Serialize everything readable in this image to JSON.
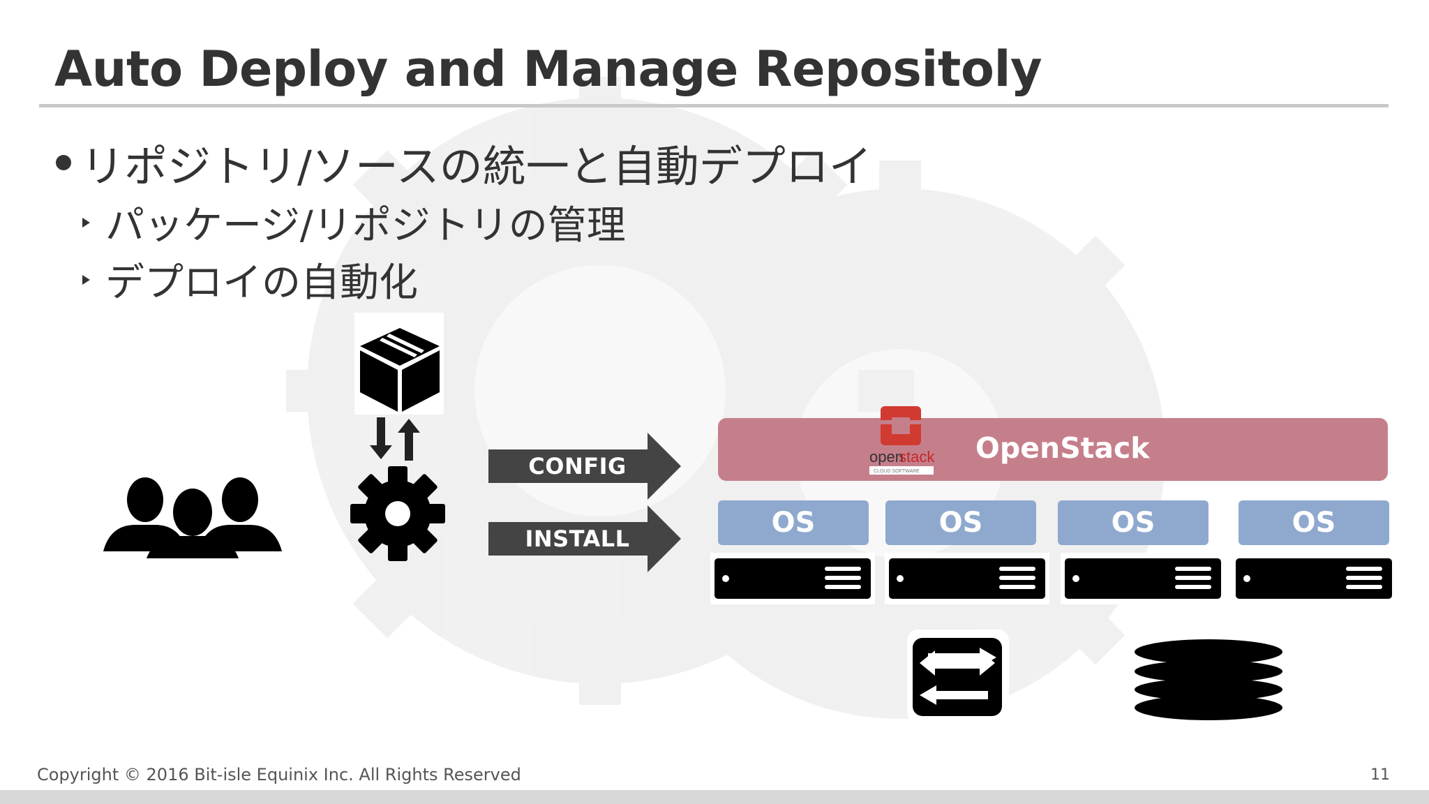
{
  "slide": {
    "title": "Auto Deploy and Manage Repositoly",
    "bullets": {
      "main": "リポジトリ/ソースの統一と自動デプロイ",
      "sub": [
        "パッケージ/リポジトリの管理",
        "デプロイの自動化"
      ]
    }
  },
  "diagram": {
    "arrows": {
      "config": "CONFIG",
      "install": "INSTALL"
    },
    "openstack": {
      "label": "OpenStack",
      "logo_word_open": "open",
      "logo_word_stack": "stack",
      "logo_tagline": "CLOUD SOFTWARE"
    },
    "os_labels": [
      "OS",
      "OS",
      "OS",
      "OS"
    ],
    "icons": [
      "users-icon",
      "package-icon",
      "transfer-arrows-icon",
      "gear-icon",
      "server-icon",
      "network-switch-icon",
      "storage-icon",
      "openstack-logo-icon"
    ],
    "colors": {
      "openstack_bar": "#c57f8b",
      "os_box": "#8fa9ce",
      "arrow": "#444444",
      "text": "#333333"
    }
  },
  "footer": {
    "copyright": "Copyright © 2016 Bit-isle Equinix Inc. All Rights Reserved",
    "page_number": "11"
  }
}
